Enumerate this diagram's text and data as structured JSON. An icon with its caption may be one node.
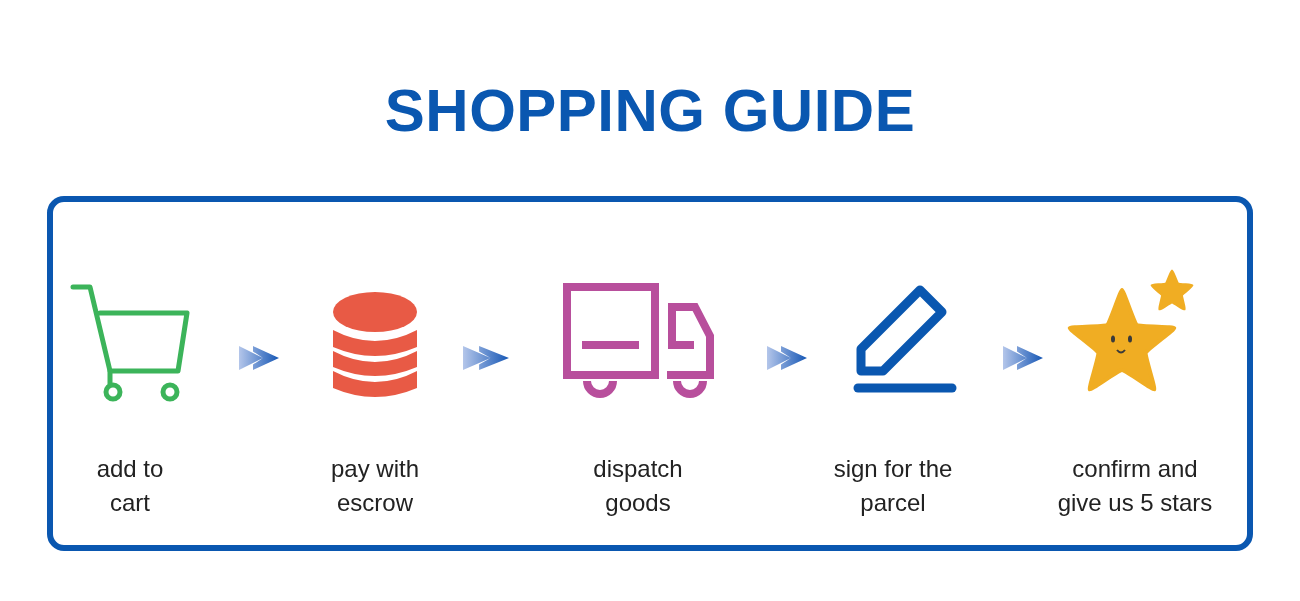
{
  "diagram": {
    "title": "SHOPPING GUIDE",
    "nodes": [
      {
        "text": [
          "add to cart"
        ]
      },
      {
        "text": [
          "pay with escrow"
        ]
      },
      {
        "text": [
          "dispatch goods"
        ]
      },
      {
        "text": [
          "sign for the parcel"
        ]
      },
      {
        "text": [
          "confirm and give us 5 stars"
        ]
      }
    ],
    "edges": [
      {
        "from": 0,
        "to": 1,
        "arrow": "to"
      },
      {
        "from": 1,
        "to": 2,
        "arrow": "to"
      },
      {
        "from": 2,
        "to": 3,
        "arrow": "to"
      },
      {
        "from": 3,
        "to": 4,
        "arrow": "to"
      }
    ]
  }
}
